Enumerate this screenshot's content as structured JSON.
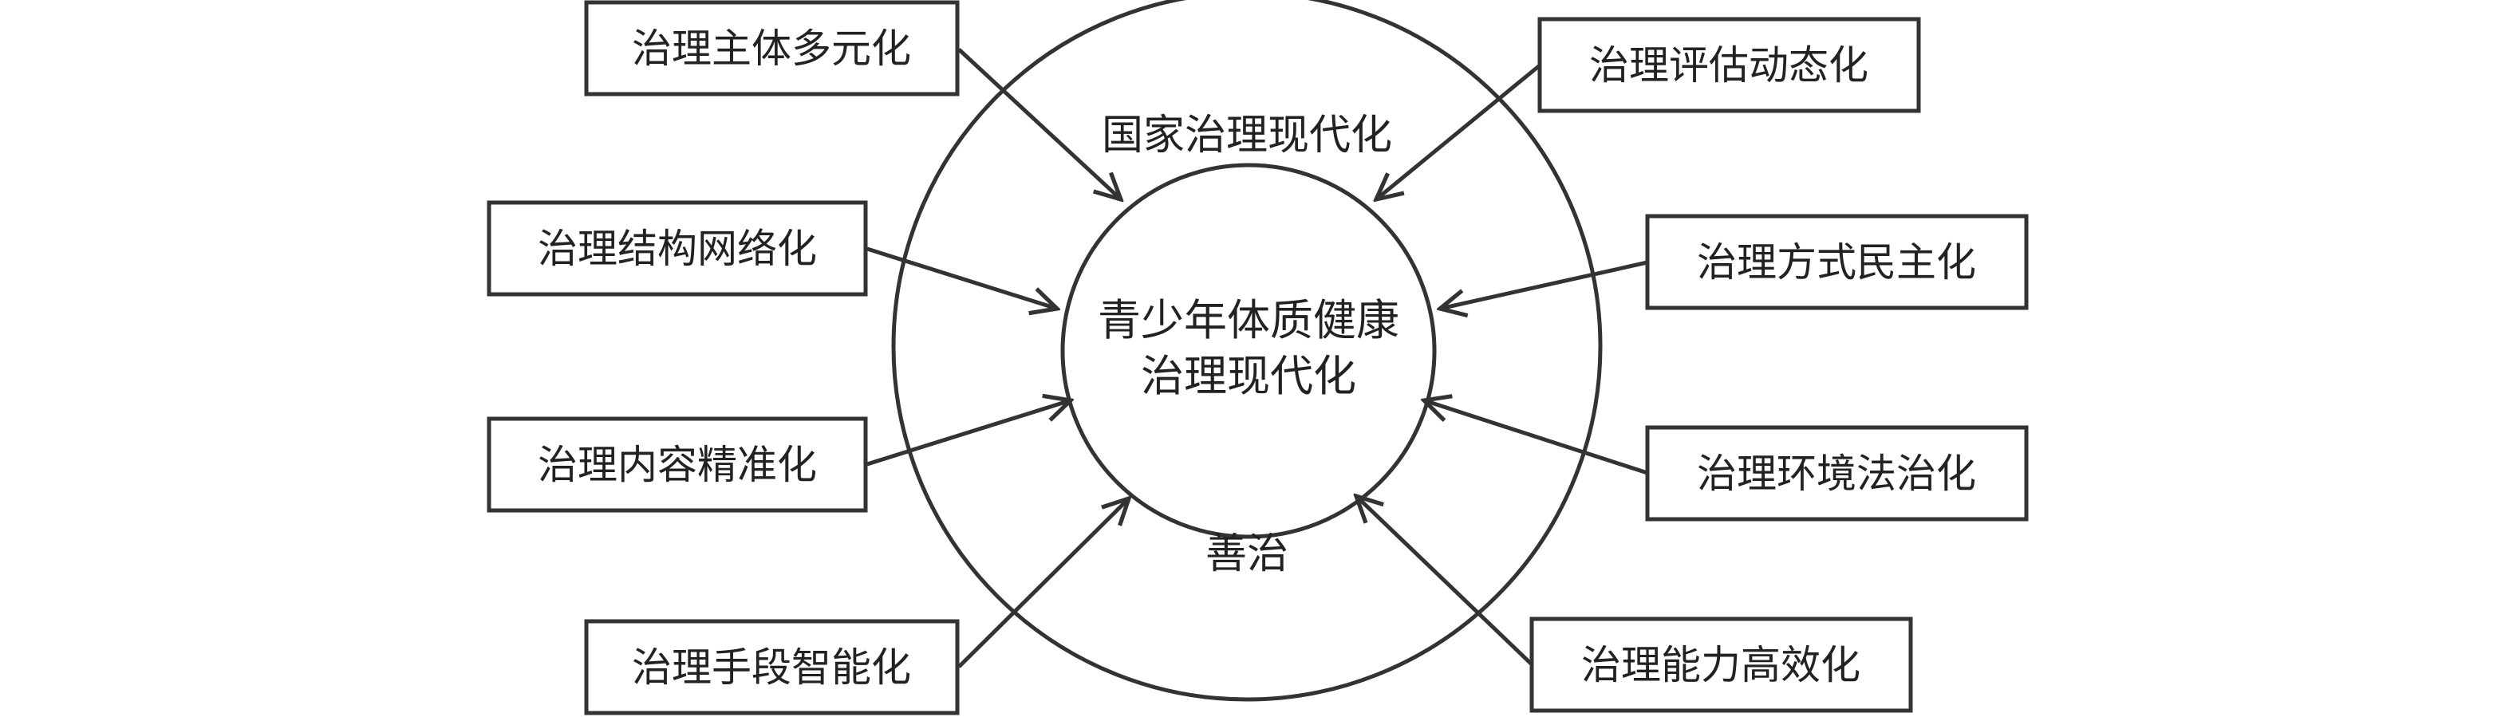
{
  "outer_ring_labels": {
    "top": "国家治理现代化",
    "bottom": "善治"
  },
  "center": {
    "line1": "青少年体质健康",
    "line2": "治理现代化"
  },
  "left_boxes": [
    "治理主体多元化",
    "治理结构网络化",
    "治理内容精准化",
    "治理手段智能化"
  ],
  "right_boxes": [
    "治理评估动态化",
    "治理方式民主化",
    "治理环境法治化",
    "治理能力高效化"
  ],
  "colors": {
    "stroke": "#333333",
    "text": "#222222",
    "background": "#ffffff"
  }
}
